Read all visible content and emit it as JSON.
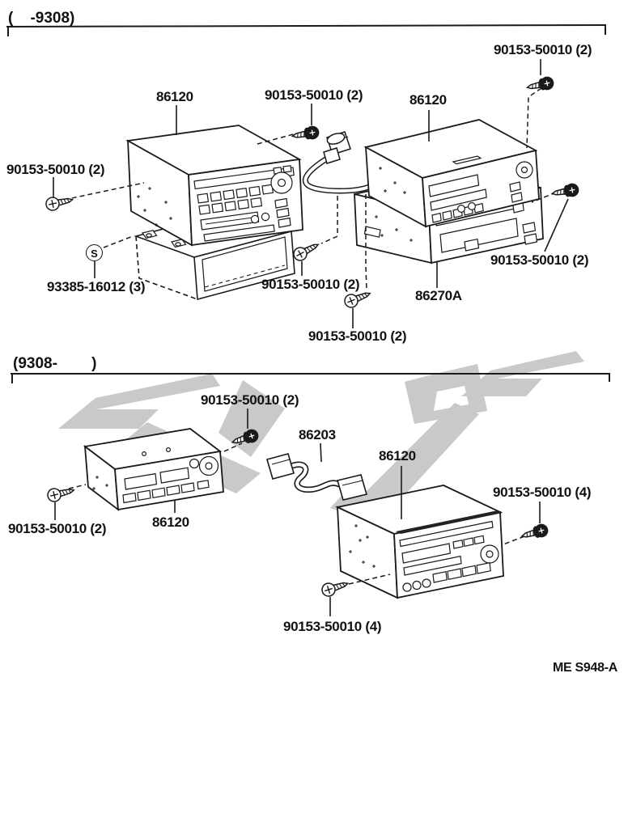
{
  "page": {
    "background": "#ffffff",
    "line_color": "#1a1a1a",
    "watermark_color": "#c9c9c9"
  },
  "section_top": {
    "header": "(    -9308)",
    "labels": {
      "radio_left": "86120",
      "screw_mid_top": "90153-50010 (2)",
      "radio_right": "86120",
      "screw_top_right": "90153-50010 (2)",
      "screw_left": "90153-50010 (2)",
      "s_marker": "S",
      "bracket": "93385-16012 (3)",
      "screw_mid_lower": "90153-50010 (2)",
      "screw_right": "90153-50010 (2)",
      "tape_player": "86270A",
      "screw_bottom": "90153-50010 (2)"
    }
  },
  "section_bottom": {
    "header": "(9308-        )",
    "labels": {
      "screw_upper": "90153-50010 (2)",
      "wiring_harness": "86203",
      "radio_right": "86120",
      "screw_right": "90153-50010 (4)",
      "screw_left": "90153-50010 (2)",
      "radio_left": "86120",
      "screw_bottom": "90153-50010 (4)"
    }
  },
  "footer": {
    "drawing_code": "ME S948-A"
  }
}
